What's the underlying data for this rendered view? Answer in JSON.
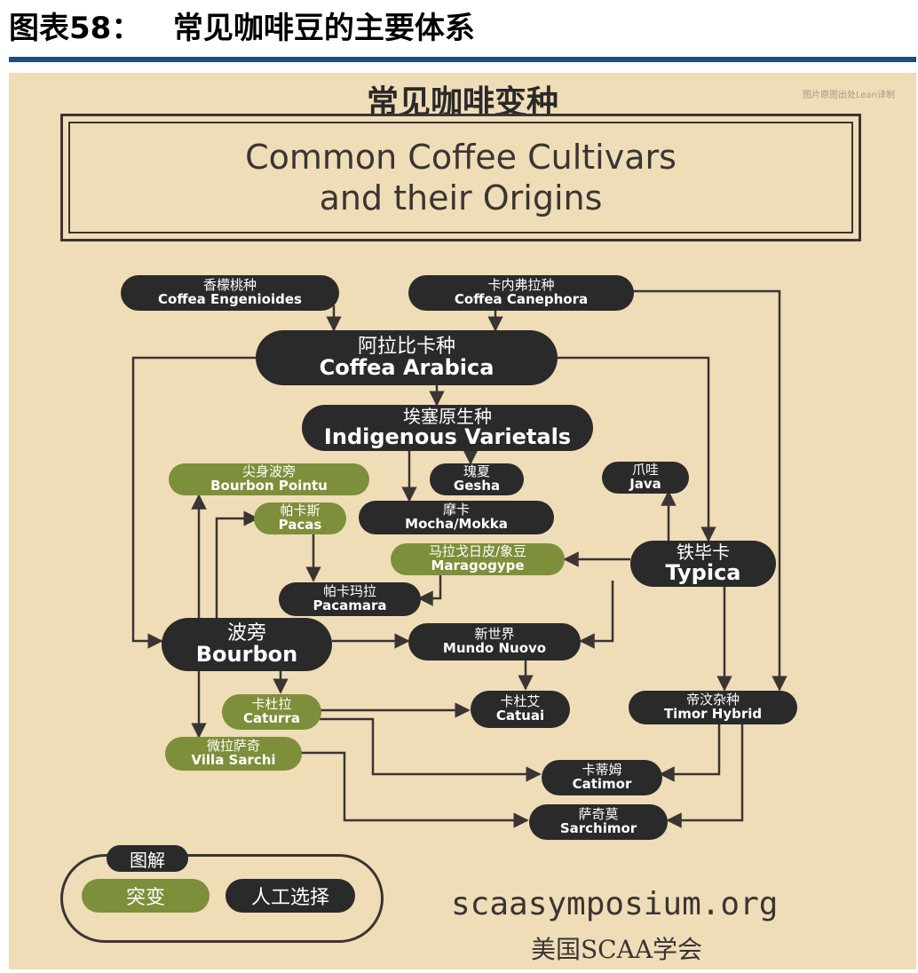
{
  "page": {
    "header": "图表58：   常见咖啡豆的主要体系",
    "poster_title_cn": "常见咖啡变种",
    "watermark": "图片原图出处Lean译制",
    "title_line1": "Common Coffee Cultivars",
    "title_line2": "and their Origins",
    "source_en": "scaasymposium.org",
    "source_cn": "美国SCAA学会"
  },
  "legend": {
    "title": "图解",
    "mutation": "突变",
    "selection": "人工选择",
    "mutation_color": "#7d8f3a",
    "selection_color": "#2b2a2b"
  },
  "nodes": {
    "eugenioides": {
      "cn": "香檬桃种",
      "en": "Coffea Engenioides"
    },
    "canephora": {
      "cn": "卡内弗拉种",
      "en": "Coffea Canephora"
    },
    "arabica": {
      "cn": "阿拉比卡种",
      "en": "Coffea Arabica"
    },
    "indigenous": {
      "cn": "埃塞原生种",
      "en": "Indigenous Varietals"
    },
    "gesha": {
      "cn": "瑰夏",
      "en": "Gesha"
    },
    "mocha": {
      "cn": "摩卡",
      "en": "Mocha/Mokka"
    },
    "java": {
      "cn": "爪哇",
      "en": "Java"
    },
    "pointu": {
      "cn": "尖身波旁",
      "en": "Bourbon Pointu"
    },
    "pacas": {
      "cn": "帕卡斯",
      "en": "Pacas"
    },
    "maragogype": {
      "cn": "马拉戈日皮/象豆",
      "en": "Maragogype"
    },
    "typica": {
      "cn": "铁毕卡",
      "en": "Typica"
    },
    "pacamara": {
      "cn": "帕卡玛拉",
      "en": "Pacamara"
    },
    "bourbon": {
      "cn": "波旁",
      "en": "Bourbon"
    },
    "mundo": {
      "cn": "新世界",
      "en": "Mundo Nuovo"
    },
    "caturra": {
      "cn": "卡杜拉",
      "en": "Caturra"
    },
    "catuai": {
      "cn": "卡杜艾",
      "en": "Catuai"
    },
    "timor": {
      "cn": "帝汶杂种",
      "en": "Timor Hybrid"
    },
    "villa": {
      "cn": "微拉萨奇",
      "en": "Villa Sarchi"
    },
    "catimor": {
      "cn": "卡蒂姆",
      "en": "Catimor"
    },
    "sarchimor": {
      "cn": "萨奇莫",
      "en": "Sarchimor"
    }
  }
}
